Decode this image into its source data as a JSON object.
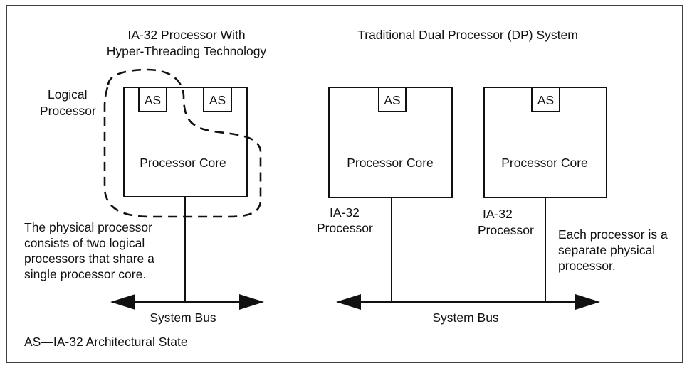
{
  "left": {
    "title_line1": "IA-32 Processor With",
    "title_line2": "Hyper-Threading Technology",
    "logical_label_line1": "Logical",
    "logical_label_line2": "Processor",
    "as_left": "AS",
    "as_right": "AS",
    "core_label": "Processor Core",
    "note_lines": [
      "The physical processor",
      "consists of two logical",
      "processors that share a",
      "single processor core."
    ],
    "bus_label": "System Bus"
  },
  "right": {
    "title": "Traditional Dual Processor (DP) System",
    "proc1": {
      "as": "AS",
      "core_label": "Processor Core",
      "label_line1": "IA-32",
      "label_line2": "Processor"
    },
    "proc2": {
      "as": "AS",
      "core_label": "Processor Core",
      "label_line1": "IA-32",
      "label_line2": "Processor"
    },
    "note_lines": [
      "Each processor is a",
      "separate physical",
      "processor."
    ],
    "bus_label": "System Bus"
  },
  "legend": "AS—IA-32 Architectural State",
  "colors": {
    "stroke": "#111111",
    "background": "#ffffff"
  }
}
